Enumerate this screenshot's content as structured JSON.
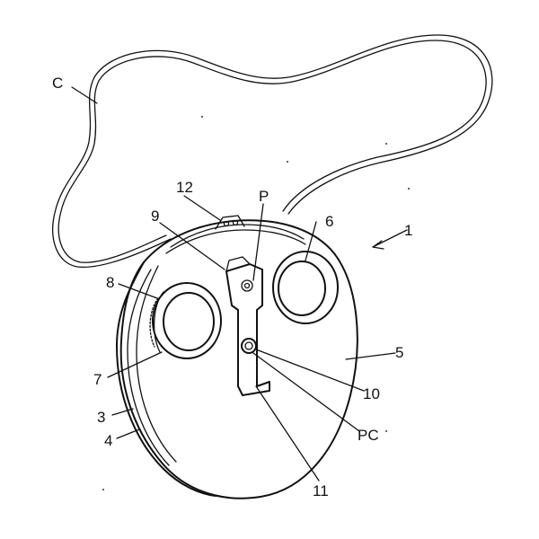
{
  "figure": {
    "labels": {
      "cord": "C",
      "device": "1",
      "item_3": "3",
      "item_4": "4",
      "item_5": "5",
      "item_6": "6",
      "item_7": "7",
      "item_8": "8",
      "item_9": "9",
      "item_10": "10",
      "item_11": "11",
      "item_12": "12",
      "item_p": "P",
      "item_pc": "PC"
    }
  }
}
